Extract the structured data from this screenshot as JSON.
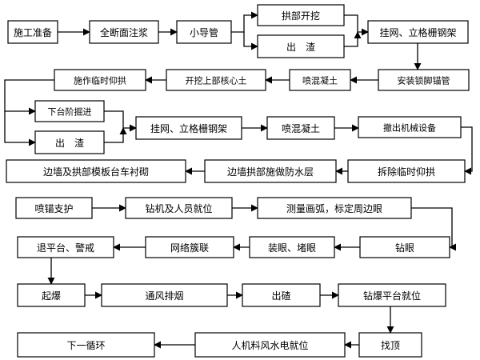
{
  "nodes": {
    "n1": {
      "label": "施工准备"
    },
    "n2": {
      "label": "全断面注浆"
    },
    "n3": {
      "label": "小导管"
    },
    "n4": {
      "label": "拱部开挖"
    },
    "n5": {
      "label": "出　渣"
    },
    "n6": {
      "label": "挂网、立格栅钢架"
    },
    "n7": {
      "label": "安装锁脚锚管"
    },
    "n8": {
      "label": "喷混凝土"
    },
    "n9": {
      "label": "开挖上部核心土"
    },
    "n10": {
      "label": "施作临时仰拱"
    },
    "n11": {
      "label": "下台阶掘进"
    },
    "n12": {
      "label": "出　渣"
    },
    "n13": {
      "label": "挂网、立格栅钢架"
    },
    "n14": {
      "label": "喷混凝土"
    },
    "n15": {
      "label": "撤出机械设备"
    },
    "n16": {
      "label": "拆除临时仰拱"
    },
    "n17": {
      "label": "边墙拱部施做防水层"
    },
    "n18": {
      "label": "边墙及拱部模板台车衬砌"
    },
    "n19": {
      "label": "喷锚支护"
    },
    "n20": {
      "label": "钻机及人员就位"
    },
    "n21": {
      "label": "测量画弧，标定周边眼"
    },
    "n22": {
      "label": "钻眼"
    },
    "n23": {
      "label": "装眼、堵眼"
    },
    "n24": {
      "label": "网络簇联"
    },
    "n25": {
      "label": "退平台、警戒"
    },
    "n26": {
      "label": "起爆"
    },
    "n27": {
      "label": "通风排烟"
    },
    "n28": {
      "label": "出碴"
    },
    "n29": {
      "label": "钻爆平台就位"
    },
    "n30": {
      "label": "找顶"
    },
    "n31": {
      "label": "人机料风水电就位"
    },
    "n32": {
      "label": "下一循环"
    }
  },
  "edges": [
    [
      "n1",
      "n2"
    ],
    [
      "n2",
      "n3"
    ],
    [
      "n3",
      "n4"
    ],
    [
      "n3",
      "n5"
    ],
    [
      "n4",
      "n6"
    ],
    [
      "n5",
      "n6"
    ],
    [
      "n6",
      "n7"
    ],
    [
      "n7",
      "n8"
    ],
    [
      "n8",
      "n9"
    ],
    [
      "n9",
      "n10"
    ],
    [
      "n10",
      "n11"
    ],
    [
      "n10",
      "n12"
    ],
    [
      "n11",
      "n13"
    ],
    [
      "n12",
      "n13"
    ],
    [
      "n13",
      "n14"
    ],
    [
      "n14",
      "n15"
    ],
    [
      "n15",
      "n16"
    ],
    [
      "n16",
      "n17"
    ],
    [
      "n17",
      "n18"
    ],
    [
      "n19",
      "n20"
    ],
    [
      "n20",
      "n21"
    ],
    [
      "n21",
      "n22"
    ],
    [
      "n22",
      "n23"
    ],
    [
      "n23",
      "n24"
    ],
    [
      "n24",
      "n25"
    ],
    [
      "n25",
      "n26"
    ],
    [
      "n26",
      "n27"
    ],
    [
      "n27",
      "n28"
    ],
    [
      "n28",
      "n29"
    ],
    [
      "n29",
      "n30"
    ],
    [
      "n30",
      "n31"
    ],
    [
      "n31",
      "n32"
    ]
  ]
}
